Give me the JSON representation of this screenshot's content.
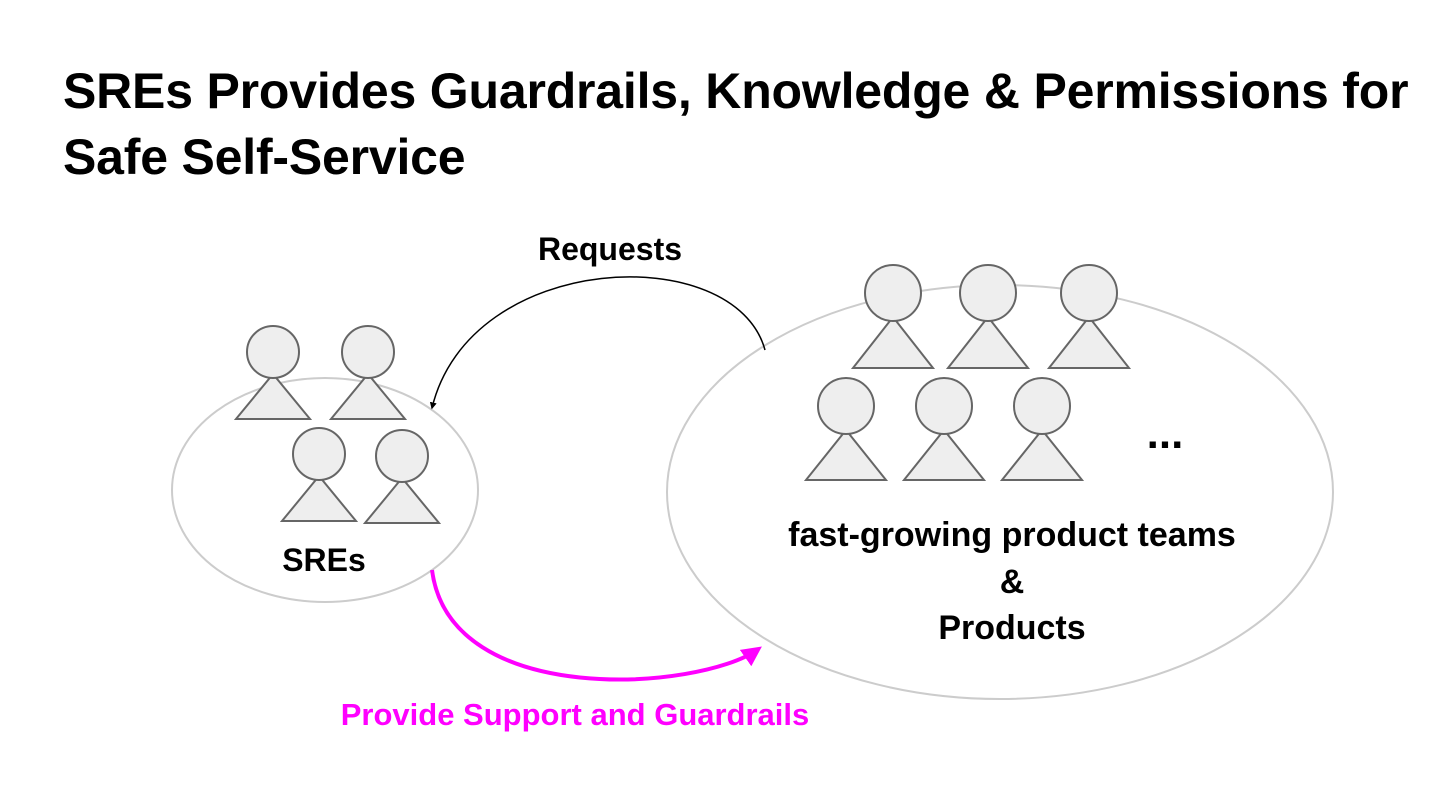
{
  "title": "SREs Provides Guardrails, Knowledge & Permissions for Safe Self-Service",
  "colors": {
    "person_fill": "#eeeeee",
    "person_stroke": "#666666",
    "group_stroke": "#cccccc",
    "request_arrow": "#000000",
    "support_arrow": "#ff00ff",
    "text": "#000000"
  },
  "diagram": {
    "sre_group": {
      "label": "SREs",
      "member_icon": "person-icon"
    },
    "product_group": {
      "label_lines": [
        "fast-growing product teams",
        "&",
        "Products"
      ],
      "more_indicator": "...",
      "member_icon": "person-icon"
    },
    "requests_arrow": {
      "label": "Requests",
      "from": "product_group",
      "to": "sre_group"
    },
    "support_arrow": {
      "label": "Provide Support and Guardrails",
      "from": "sre_group",
      "to": "product_group"
    }
  }
}
